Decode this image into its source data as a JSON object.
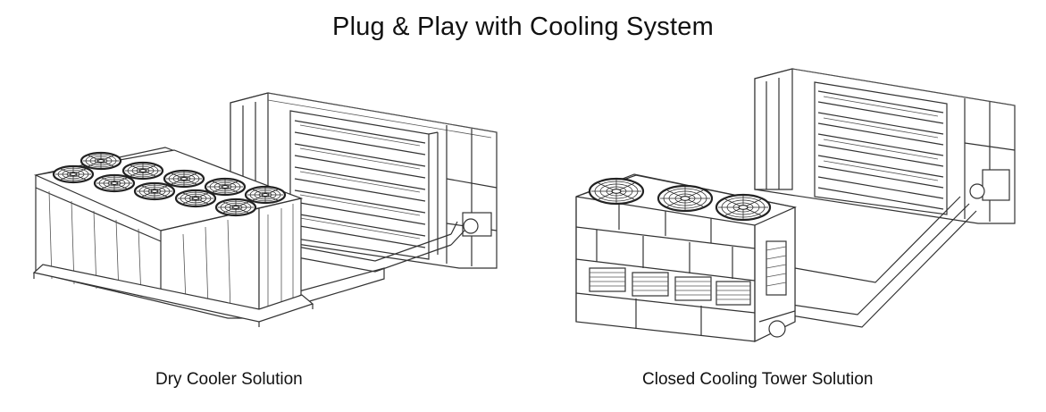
{
  "title": "Plug & Play with Cooling System",
  "captions": {
    "left": "Dry Cooler Solution",
    "right": "Closed Cooling Tower Solution"
  }
}
